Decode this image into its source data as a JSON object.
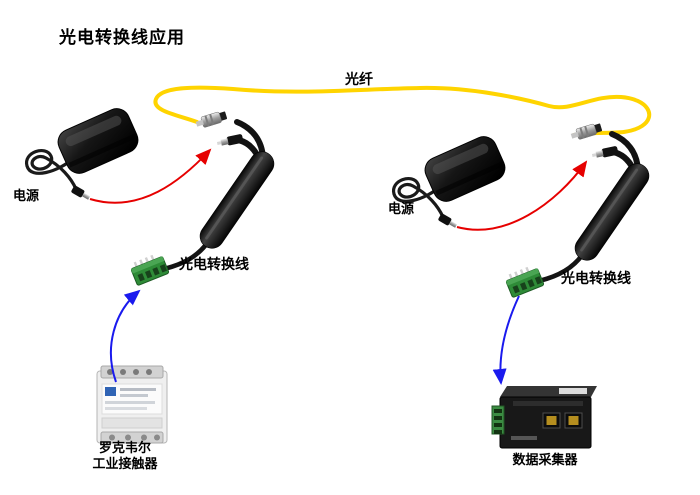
{
  "diagram": {
    "title": "光电转换线应用",
    "fiber_label": "光纤",
    "left": {
      "power_label": "电源",
      "converter_label": "光电转换线",
      "device_label_line1": "罗克韦尔",
      "device_label_line2": "工业接触器"
    },
    "right": {
      "power_label": "电源",
      "converter_label": "光电转换线",
      "device_label": "数据采集器"
    },
    "colors": {
      "fiber_yellow": "#FFD400",
      "power_arrow_red": "#E60000",
      "signal_arrow_blue": "#1A1AEE",
      "terminal_green": "#2E8B37",
      "device_black": "#151515",
      "background": "#FFFFFF"
    }
  }
}
